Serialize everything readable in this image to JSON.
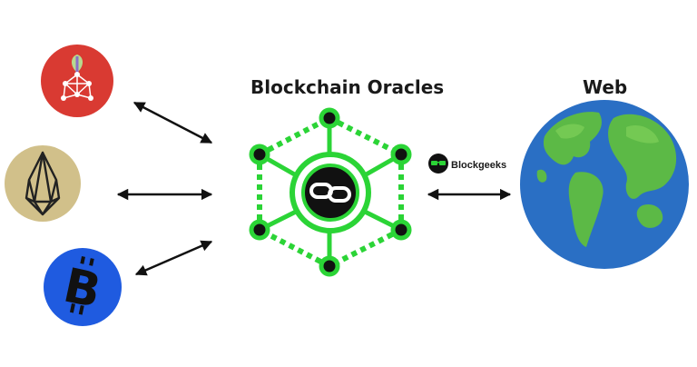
{
  "oracles_title": "Blockchain Oracles",
  "web_title": "Web",
  "brand_name": "Blockgeeks",
  "icons": {
    "top_left": "chainlink-ecosystem-icon",
    "middle_left": "eos-icon",
    "bottom_left": "bitcoin-icon",
    "center": "chain-link-icon",
    "right": "earth-globe-icon",
    "brand": "glasses-icon"
  },
  "colors": {
    "oracle_green": "#2bd436",
    "node_black": "#111111",
    "coin_red": "#d93a32",
    "eos_tan": "#d1c08a",
    "bitcoin_blue": "#1f5be0",
    "ocean_blue": "#2a6fc4",
    "land_green": "#5cb946"
  }
}
